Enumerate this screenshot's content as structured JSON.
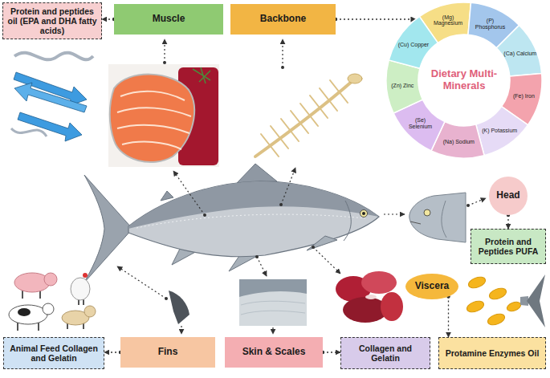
{
  "diagram": {
    "nodes": [
      {
        "text": [
          "Protein and peptides oil (EPA and DHA fatty acids)"
        ]
      },
      {
        "text": [
          "Muscle"
        ]
      },
      {
        "text": [
          "Backbone"
        ]
      },
      {
        "text": [
          "Dietary Multi-Minerals"
        ]
      },
      {
        "text": [
          "(Mg) Magnesium"
        ],
        "in": 3
      },
      {
        "text": [
          "(P) Phosphorus"
        ],
        "in": 3
      },
      {
        "text": [
          "(Ca) Calcium"
        ],
        "in": 3
      },
      {
        "text": [
          "(Fe) Iron"
        ],
        "in": 3
      },
      {
        "text": [
          "(K) Potassium"
        ],
        "in": 3
      },
      {
        "text": [
          "(Na) Sodium"
        ],
        "in": 3
      },
      {
        "text": [
          "(Se) Selenium"
        ],
        "in": 3
      },
      {
        "text": [
          "(Zn) Zinc"
        ],
        "in": 3
      },
      {
        "text": [
          "(Cu) Copper"
        ],
        "in": 3
      },
      {
        "text": [
          "Head"
        ]
      },
      {
        "text": [
          "Protein and Peptides PUFA"
        ]
      },
      {
        "text": [
          "Viscera"
        ]
      },
      {
        "text": [
          "Animal Feed Collagen and Gelatin"
        ]
      },
      {
        "text": [
          "Fins"
        ]
      },
      {
        "text": [
          "Skin & Scales"
        ]
      },
      {
        "text": [
          "Collagen and Gelatin"
        ]
      },
      {
        "text": [
          "Protamine Enzymes Oil"
        ]
      }
    ],
    "edges": [
      {
        "from": 1,
        "to": 0,
        "arrow": "to"
      },
      {
        "from": 2,
        "to": 3,
        "arrow": "to"
      },
      {
        "from": 13,
        "to": 14,
        "arrow": "to"
      },
      {
        "from": 15,
        "to": 20,
        "arrow": "to"
      },
      {
        "from": 17,
        "to": 16,
        "arrow": "to"
      },
      {
        "from": 18,
        "to": 19,
        "arrow": "to"
      }
    ]
  }
}
